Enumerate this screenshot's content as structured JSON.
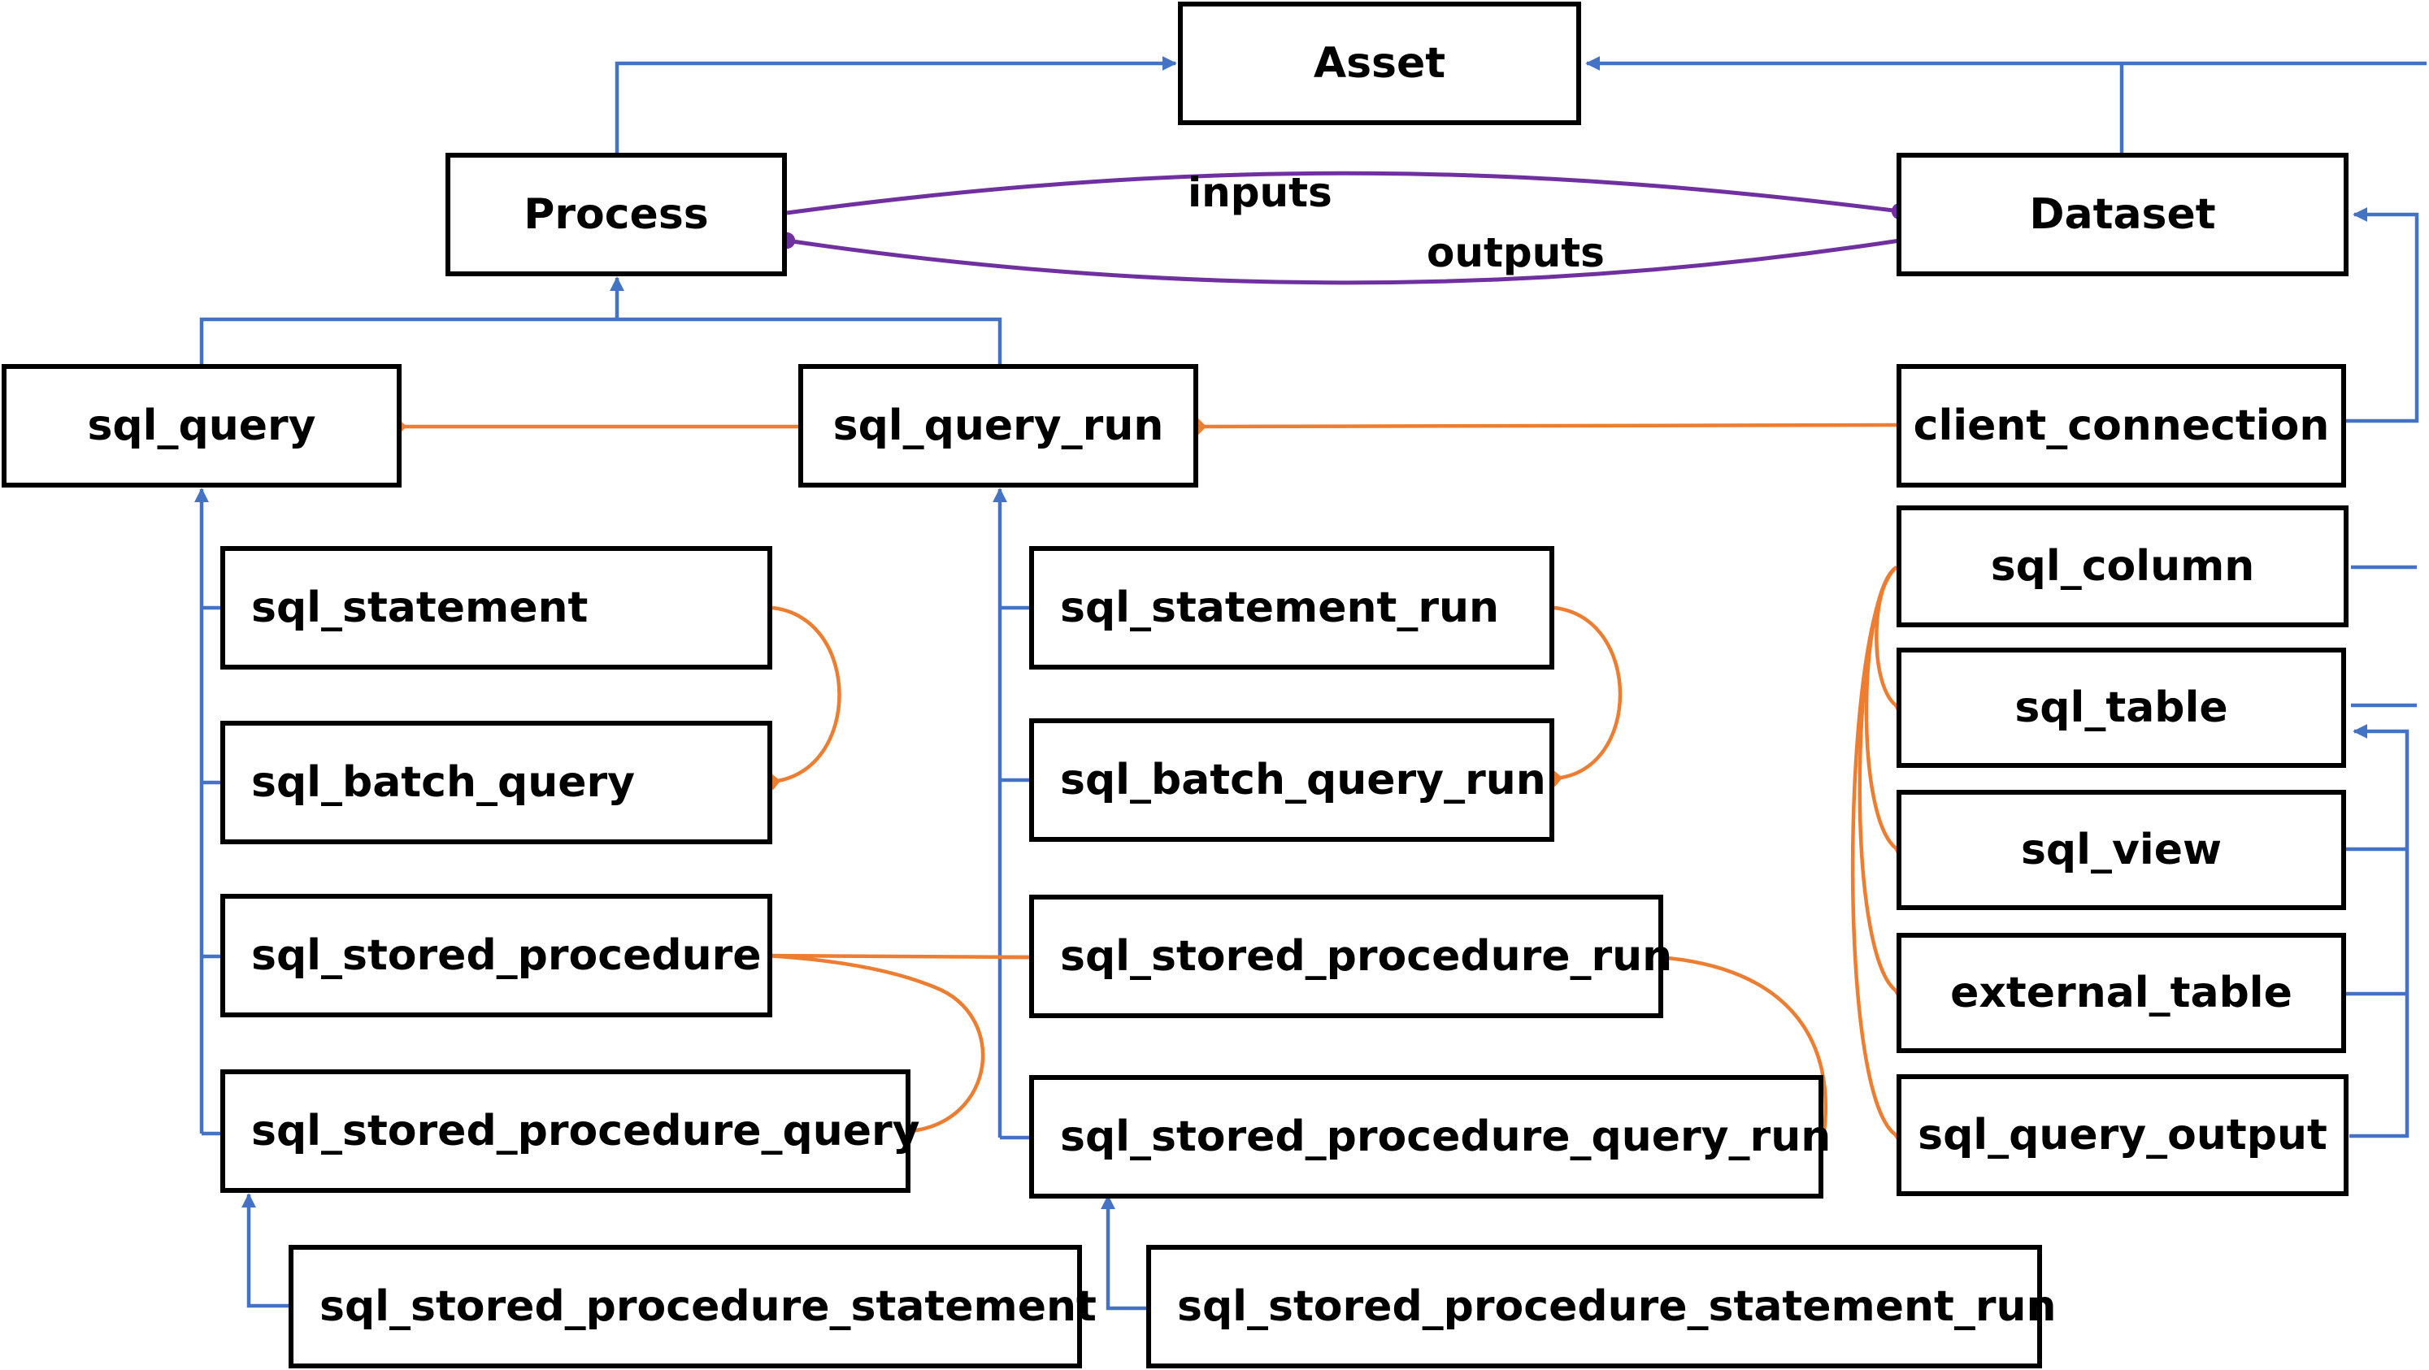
{
  "diagram": {
    "nodes": {
      "asset": "Asset",
      "process": "Process",
      "dataset": "Dataset",
      "sql_query": "sql_query",
      "sql_query_run": "sql_query_run",
      "client_connection": "client_connection",
      "sql_statement": "sql_statement",
      "sql_batch_query": "sql_batch_query",
      "sql_stored_procedure": "sql_stored_procedure",
      "sql_stored_procedure_query": "sql_stored_procedure_query",
      "sql_stored_procedure_statement": "sql_stored_procedure_statement",
      "sql_statement_run": "sql_statement_run",
      "sql_batch_query_run": "sql_batch_query_run",
      "sql_stored_procedure_run": "sql_stored_procedure_run",
      "sql_stored_procedure_query_run": "sql_stored_procedure_query_run",
      "sql_stored_procedure_statement_run": "sql_stored_procedure_statement_run",
      "sql_column": "sql_column",
      "sql_table": "sql_table",
      "sql_view": "sql_view",
      "external_table": "external_table",
      "sql_query_output": "sql_query_output"
    },
    "edge_labels": {
      "inputs": "inputs",
      "outputs": "outputs"
    },
    "colors": {
      "inheritance": "#4472C4",
      "relationship": "#ED7D31",
      "process_dataset": "#7030A0",
      "box_border": "#000000"
    }
  }
}
